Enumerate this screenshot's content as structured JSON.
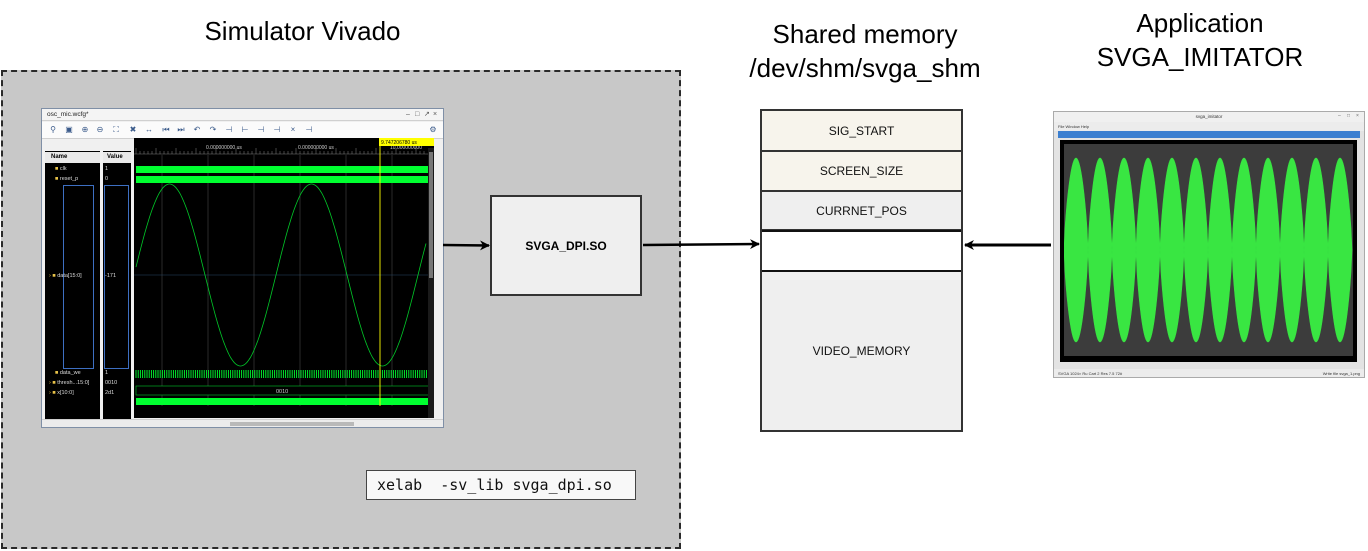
{
  "titles": {
    "simulator": "Simulator Vivado",
    "shared_memory_line1": "Shared memory",
    "shared_memory_line2": "/dev/shm/svga_shm",
    "application_line1": "Application",
    "application_line2": "SVGA_IMITATOR"
  },
  "dpi_box": {
    "label": "SVGA_DPI.SO"
  },
  "command": "xelab  -sv_lib svga_dpi.so",
  "memory": {
    "cells": [
      "SIG_START",
      "SCREEN_SIZE",
      "CURRNET_POS",
      "",
      "VIDEO_MEMORY"
    ]
  },
  "waveform_window": {
    "title": "osc_mic.wcfg*",
    "name_header": "Name",
    "value_header": "Value",
    "cursor_label": "9.747206780 us",
    "time_labels": [
      "0.000000000 us",
      "0.000000000 us",
      "10.000000000"
    ],
    "signals": [
      {
        "name": "clk",
        "value": "1"
      },
      {
        "name": "reset_p",
        "value": "0"
      },
      {
        "name": "data[15:0]",
        "value": "-171"
      },
      {
        "name": "data_we",
        "value": "1"
      },
      {
        "name": "thresh...15:0]",
        "value": "0010"
      },
      {
        "name": "x[10:0]",
        "value": "2d1"
      }
    ],
    "bus_value": "0010"
  },
  "app_window": {
    "title": "svga_imitator",
    "menu": "File   Window   Help",
    "status_left": "SVGA  1024×  Ru  Cart  2 Res  7.5  72#",
    "status_right": "Write file svga_1.png"
  },
  "colors": {
    "region_bg": "#c8c8c8",
    "wave_green": "#00ff30",
    "cursor_yellow": "#ffff00",
    "app_signal_green": "#39e642"
  }
}
